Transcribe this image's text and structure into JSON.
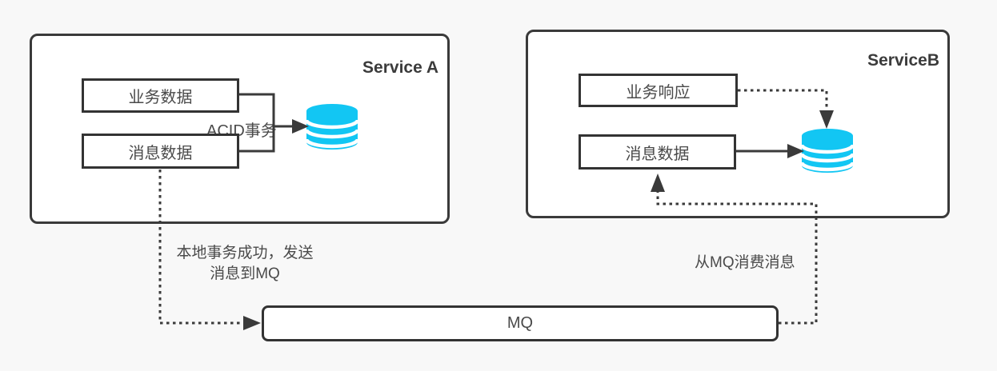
{
  "page": {
    "background": "#f8f8f8"
  },
  "palette": {
    "line": "#3a3a3a",
    "box_border": "#333333",
    "box_fill": "#ffffff",
    "text": "#4a4a4a",
    "title_text": "#3b3b3b",
    "database_cyan": "#12c6f3"
  },
  "service_a": {
    "title": "Service A",
    "business_data_label": "业务数据",
    "message_data_label": "消息数据",
    "transaction_label": "ACID事务",
    "database_icon": "database-cylinder-icon"
  },
  "service_b": {
    "title": "ServiceB",
    "business_response_label": "业务响应",
    "message_data_label": "消息数据",
    "database_icon": "database-cylinder-icon"
  },
  "mq": {
    "label": "MQ"
  },
  "annotations": {
    "send_to_mq": "本地事务成功，发送\n消息到MQ",
    "consume_from_mq": "从MQ消费消息"
  }
}
